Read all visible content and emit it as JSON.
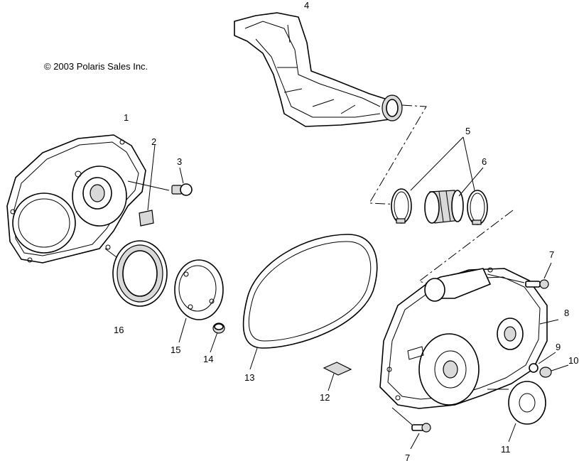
{
  "copyright": "© 2003 Polaris Sales Inc.",
  "callouts": [
    "1",
    "2",
    "3",
    "4",
    "5",
    "6",
    "7",
    "7",
    "8",
    "9",
    "10",
    "11",
    "12",
    "13",
    "14",
    "15",
    "16"
  ]
}
